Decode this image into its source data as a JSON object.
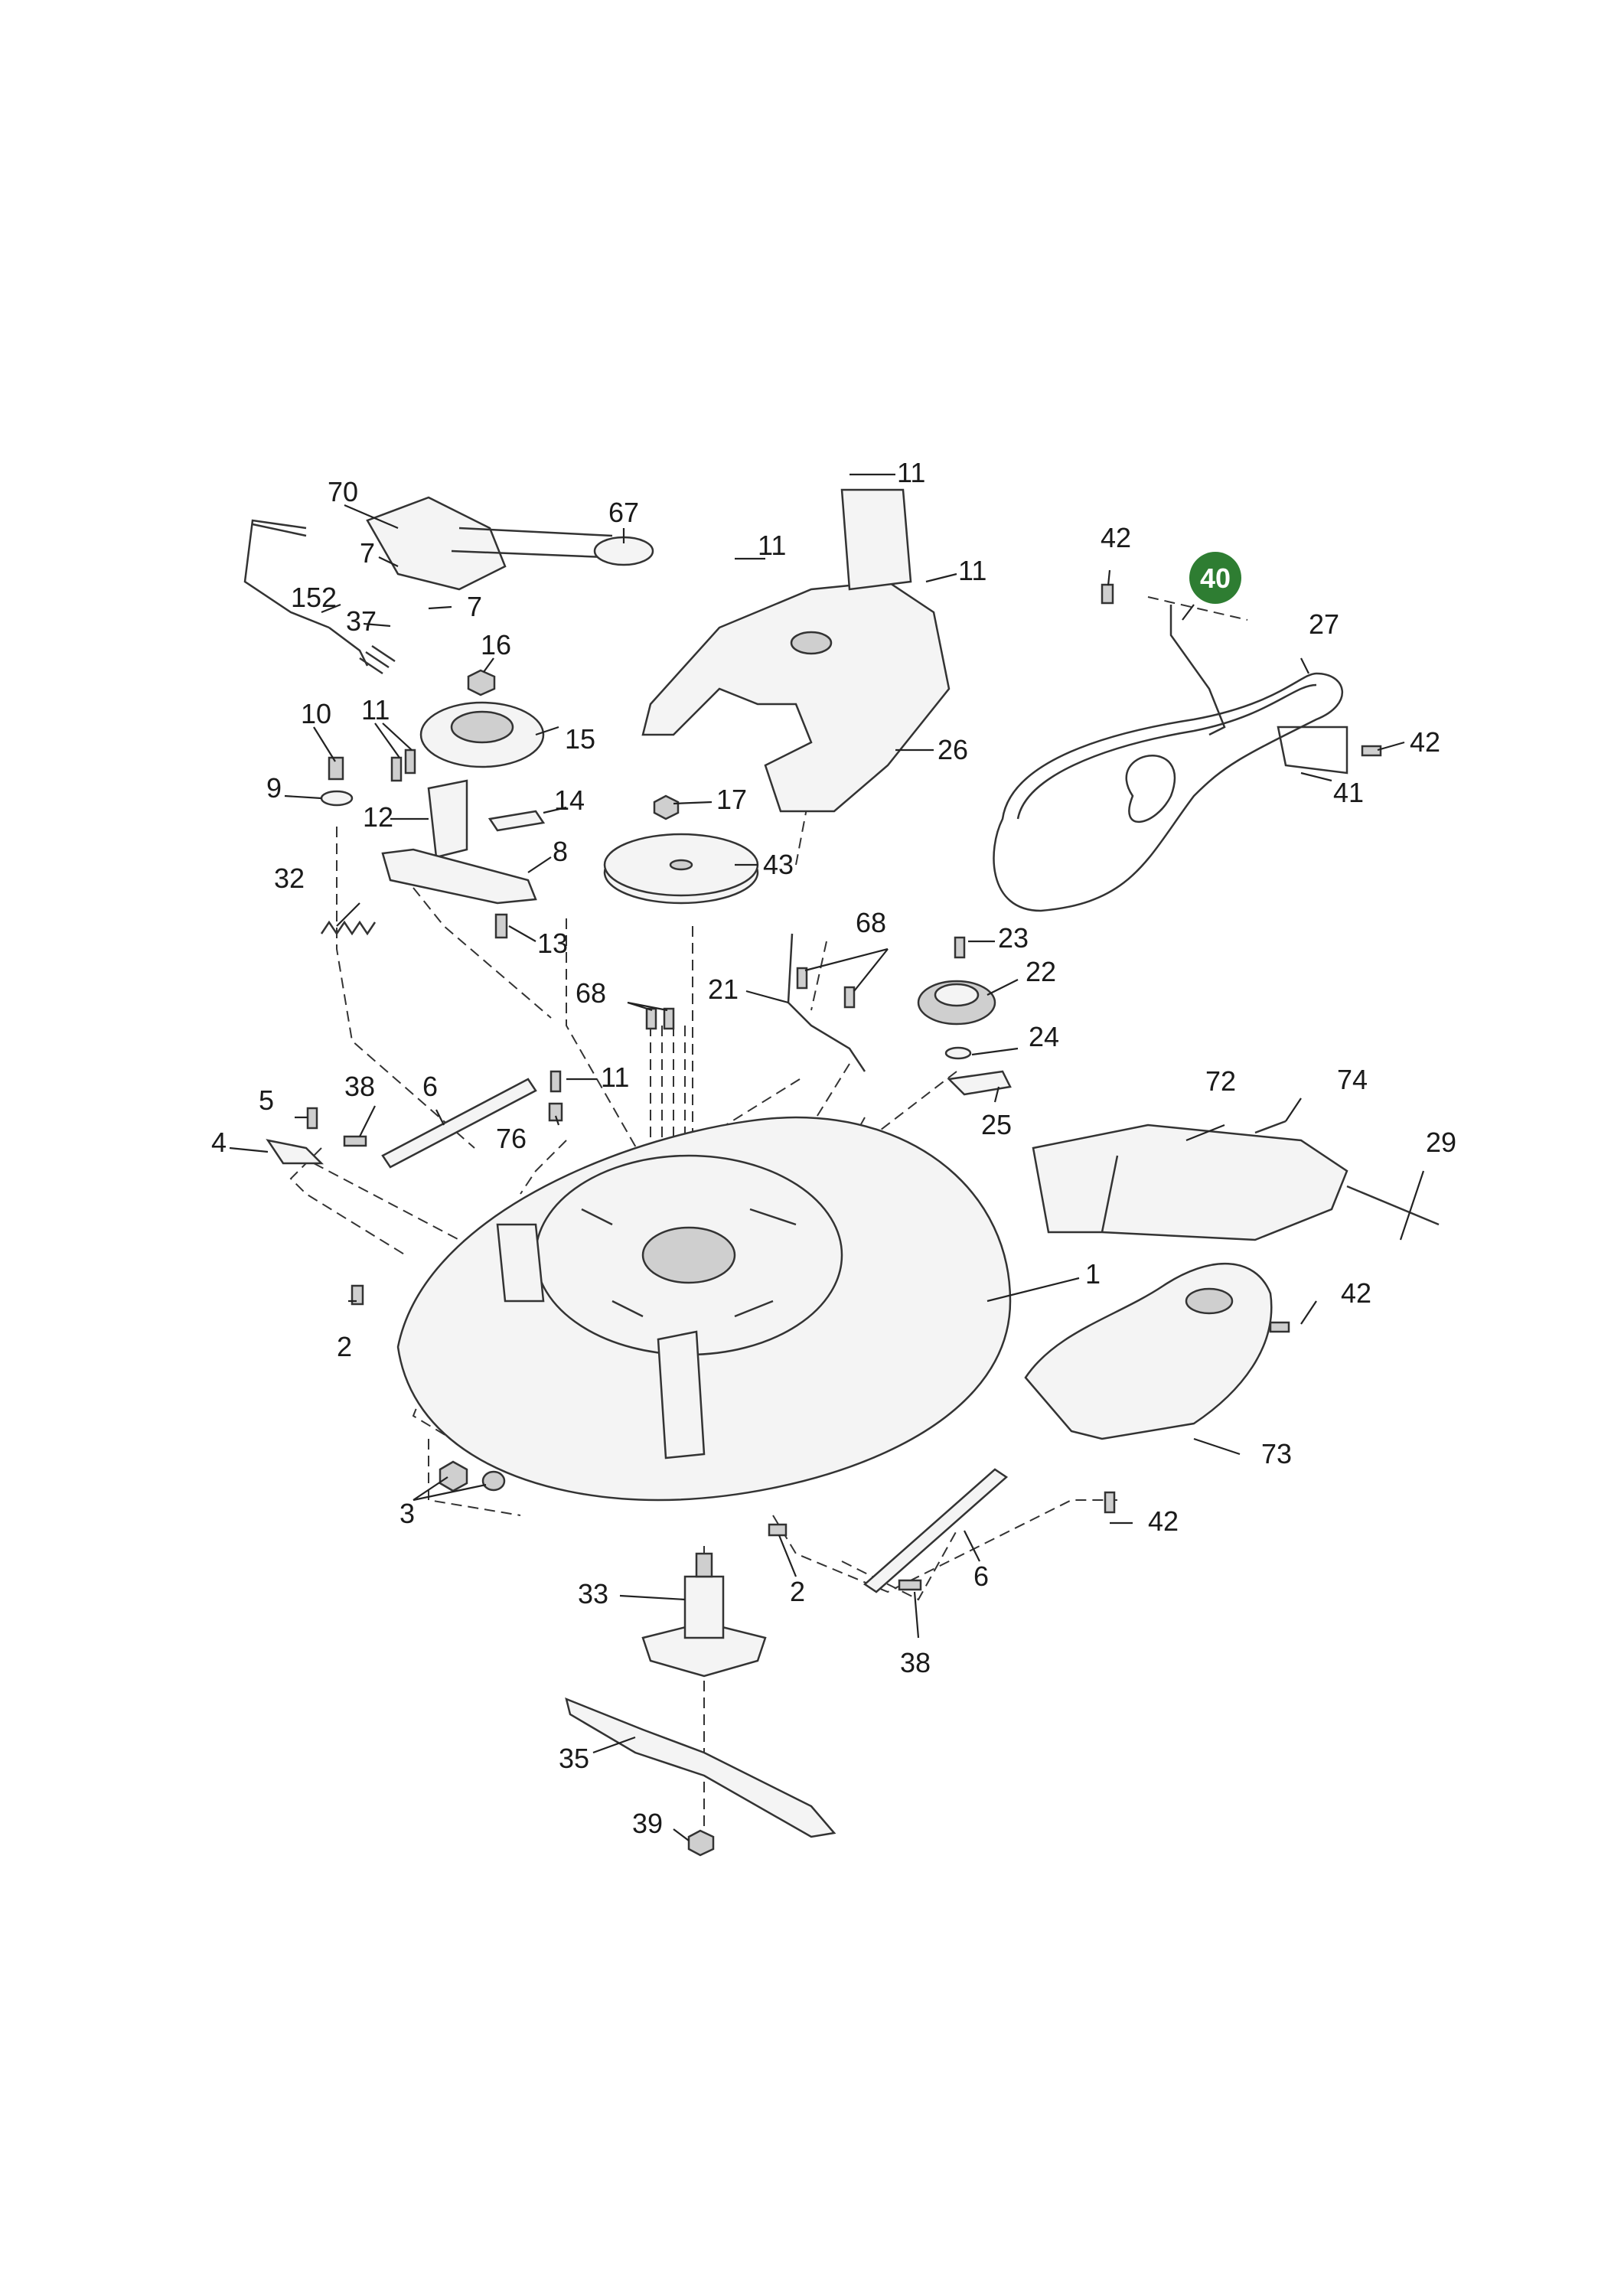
{
  "labels": {
    "l70": "70",
    "l67": "67",
    "l7a": "7",
    "l7b": "7",
    "l152": "152",
    "l37": "37",
    "l16": "16",
    "l10": "10",
    "l11a": "11",
    "l15": "15",
    "l9": "9",
    "l12": "12",
    "l14": "14",
    "l8": "8",
    "l32": "32",
    "l13": "13",
    "l11b": "11",
    "l11c": "11",
    "l11d": "11",
    "l26": "26",
    "l17": "17",
    "l43": "43",
    "l42a": "42",
    "l40": "40",
    "l27": "27",
    "l42b": "42",
    "l41": "41",
    "l68a": "68",
    "l21": "21",
    "l68b": "68",
    "l23": "23",
    "l22": "22",
    "l24": "24",
    "l25": "25",
    "l11e": "11",
    "l76": "76",
    "l5": "5",
    "l38a": "38",
    "l6a": "6",
    "l4": "4",
    "l72": "72",
    "l74": "74",
    "l29": "29",
    "l1": "1",
    "l42c": "42",
    "l2a": "2",
    "l73": "73",
    "l42d": "42",
    "l3": "3",
    "l2b": "2",
    "l6b": "6",
    "l33": "33",
    "l38b": "38",
    "l35": "35",
    "l39": "39"
  },
  "highlight": {
    "color": "#2e7d32",
    "text_color": "#ffffff"
  }
}
